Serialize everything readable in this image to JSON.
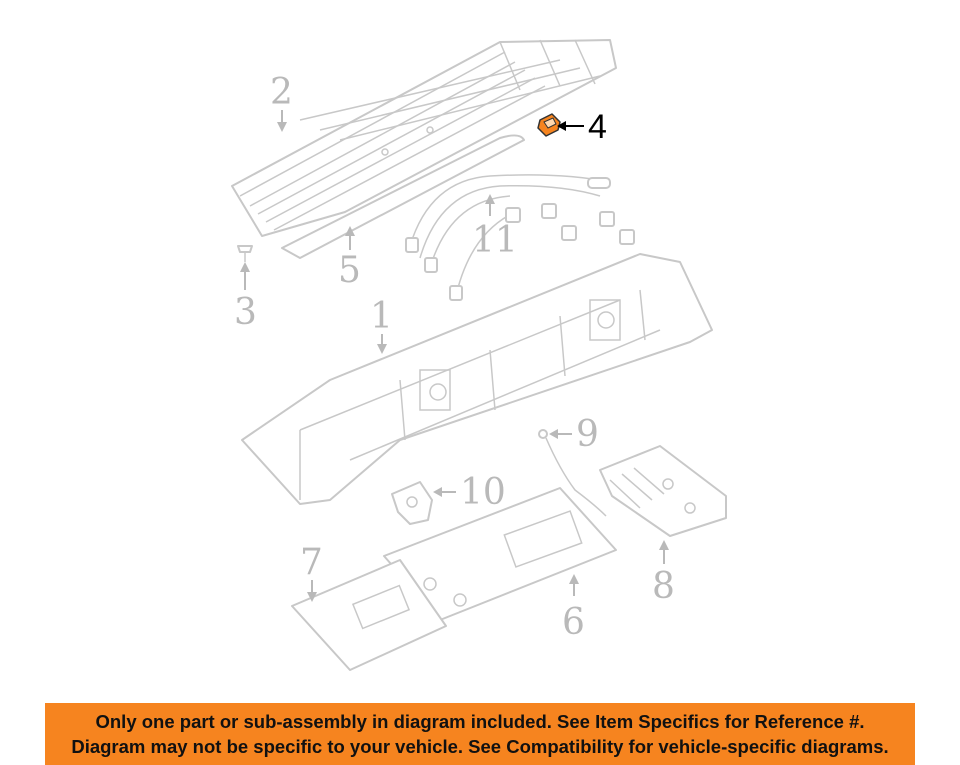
{
  "diagram": {
    "callouts": [
      {
        "id": "1",
        "label": "1"
      },
      {
        "id": "2",
        "label": "2"
      },
      {
        "id": "3",
        "label": "3"
      },
      {
        "id": "4",
        "label": "4",
        "highlighted": true
      },
      {
        "id": "5",
        "label": "5"
      },
      {
        "id": "6",
        "label": "6"
      },
      {
        "id": "7",
        "label": "7"
      },
      {
        "id": "8",
        "label": "8"
      },
      {
        "id": "9",
        "label": "9"
      },
      {
        "id": "10",
        "label": "10"
      },
      {
        "id": "11",
        "label": "11"
      }
    ],
    "highlight_color": "#f6841f",
    "part_color": "#c8c8c8"
  },
  "banner": {
    "line1": "Only one part or sub-assembly in diagram included. See Item Specifics for Reference #.",
    "line2": "Diagram may not be specific to your vehicle. See Compatibility for vehicle-specific diagrams.",
    "background": "#f6841f"
  }
}
